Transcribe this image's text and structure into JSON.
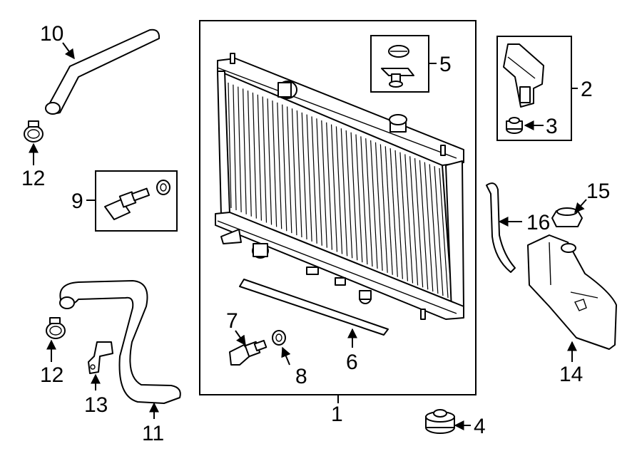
{
  "callouts": {
    "p1": "1",
    "p2": "2",
    "p3": "3",
    "p4": "4",
    "p5": "5",
    "p6": "6",
    "p7": "7",
    "p8": "8",
    "p9": "9",
    "p10": "10",
    "p11": "11",
    "p12a": "12",
    "p12b": "12",
    "p13": "13",
    "p14": "14",
    "p15": "15",
    "p16": "16"
  }
}
